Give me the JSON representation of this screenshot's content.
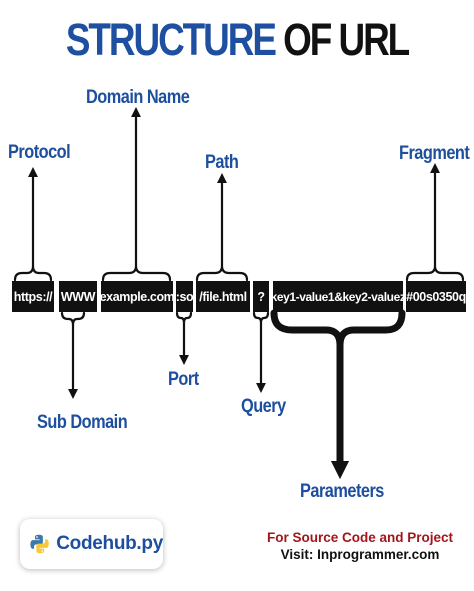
{
  "title": {
    "part1": "STRUCTURE",
    "part2": "OF URL"
  },
  "labels": {
    "protocol": "Protocol",
    "domain_name": "Domain Name",
    "path": "Path",
    "fragment": "Fragment",
    "sub_domain": "Sub Domain",
    "port": "Port",
    "query": "Query",
    "parameters": "Parameters"
  },
  "url_segments": [
    {
      "text": "https://"
    },
    {
      "text": "WWW"
    },
    {
      "text": "example.com"
    },
    {
      "text": ":so"
    },
    {
      "text": "/file.html"
    },
    {
      "text": "?"
    },
    {
      "text": "key1-value1&key2-valuez"
    },
    {
      "text": "#00s0350q"
    }
  ],
  "footer": {
    "brand": "Codehub.py",
    "brand_icon": "python-logo-icon",
    "source_line1": "For Source Code and Project",
    "source_line2": "Visit: Inprogrammer.com"
  },
  "colors": {
    "title_blue": "#1e4fa1",
    "label_blue": "#1d4f9e",
    "segment_bg": "#111111",
    "source_red": "#a3151b"
  }
}
